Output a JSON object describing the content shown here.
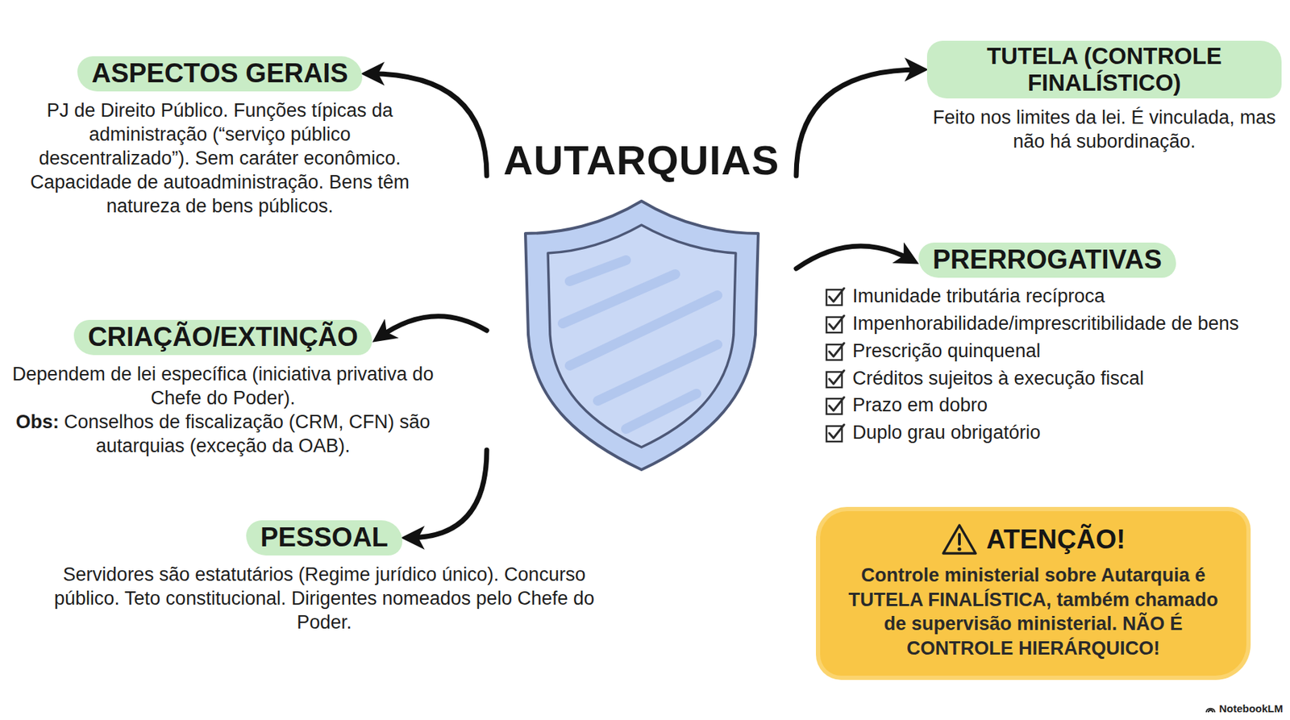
{
  "diagram": {
    "nodes": [
      {
        "text": [
          "AUTARQUIAS"
        ]
      },
      {
        "text": [
          "ASPECTOS GERAIS",
          "PJ de Direito Público. Funções típicas da administração (“serviço público descentralizado”). Sem caráter econômico. Capacidade de autoadministração. Bens têm natureza de bens públicos."
        ]
      },
      {
        "text": [
          "TUTELA (CONTROLE FINALÍSTICO)",
          "Feito nos limites da lei. É vinculada, mas não há subordinação."
        ]
      },
      {
        "text": [
          "CRIAÇÃO/EXTINÇÃO",
          "Dependem de lei específica (iniciativa privativa do Chefe do Poder).",
          "Obs:",
          "Conselhos de fiscalização (CRM, CFN) são autarquias (exceção da OAB)."
        ]
      },
      {
        "text": [
          "PRERROGATIVAS",
          "Imunidade tributária recíproca",
          "Impenhorabilidade/imprescritibilidade de bens",
          "Prescrição quinquenal",
          "Créditos sujeitos à execução fiscal",
          "Prazo em dobro",
          "Duplo grau obrigatório"
        ]
      },
      {
        "text": [
          "PESSOAL",
          "Servidores são estatutários (Regime jurídico único). Concurso público. Teto constitucional. Dirigentes nomeados pelo Chefe do Poder."
        ]
      },
      {
        "text": [
          "ATENÇÃO!",
          "Controle ministerial sobre Autarquia é TUTELA FINALÍSTICA, também chamado de supervisão ministerial. NÃO É CONTROLE HIERÁRQUICO!"
        ]
      }
    ],
    "edges": [
      {
        "from": 0,
        "to": 1,
        "arrow": "to"
      },
      {
        "from": 0,
        "to": 2,
        "arrow": "to"
      },
      {
        "from": 0,
        "to": 3,
        "arrow": "to"
      },
      {
        "from": 0,
        "to": 4,
        "arrow": "to"
      },
      {
        "from": 0,
        "to": 5,
        "arrow": "to"
      }
    ],
    "labels": [
      "NotebookLM"
    ]
  }
}
